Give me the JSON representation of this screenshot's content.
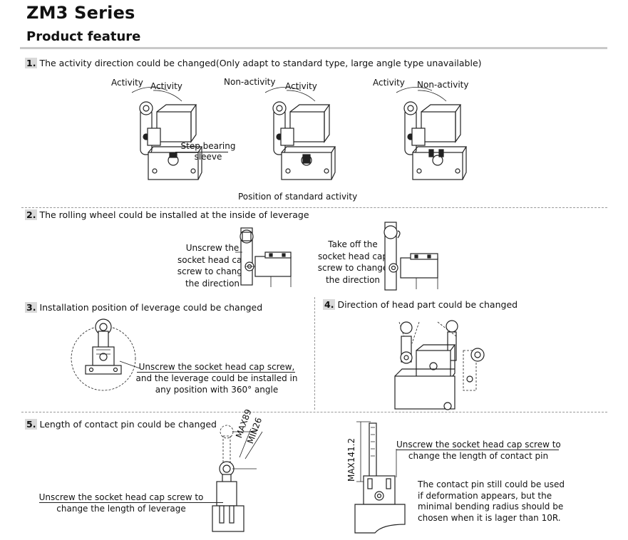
{
  "header": {
    "title": "ZM3 Series",
    "subtitle": "Product feature"
  },
  "sections": [
    {
      "number": "1.",
      "text": "The activity direction could be changed(Only adapt to standard type, large angle type unavailable)",
      "diagrams": [
        {
          "left_label": "Activity",
          "right_label": "Activity"
        },
        {
          "left_label": "Non-activity",
          "right_label": "Activity"
        },
        {
          "left_label": "Activity",
          "right_label": "Non-activity"
        }
      ],
      "callout_line1": "Step bearing",
      "callout_line2": "sleeve",
      "caption": "Position of standard activity"
    },
    {
      "number": "2.",
      "text": "The rolling wheel could be installed at the inside of leverage",
      "left_callout": [
        "Unscrew the",
        "socket head cap",
        "screw to change",
        "the direction"
      ],
      "right_callout": [
        "Take off the",
        "socket head cap",
        "screw to change",
        "the direction"
      ]
    },
    {
      "number": "3.",
      "text": "Installation position of leverage could be changed",
      "callout": [
        "Unscrew the socket head cap screw,",
        "and the leverage could be installed in",
        "any position with 360° angle"
      ]
    },
    {
      "number": "4.",
      "text": "Direction of head part could be changed"
    },
    {
      "number": "5.",
      "text": "Length of contact pin could be changed",
      "max_label": "MAX89",
      "min_label": "MIN26",
      "left_callout": [
        "Unscrew the socket head cap screw to",
        "change the length of leverage"
      ],
      "max2_label": "MAX141.2",
      "right_callout": [
        "Unscrew the socket head cap screw to",
        "change the length of contact pin"
      ],
      "note": [
        "The contact pin still could be used",
        "if deformation appears, but the",
        "minimal bending radius should be",
        "chosen when it is lager than 10R."
      ]
    }
  ]
}
